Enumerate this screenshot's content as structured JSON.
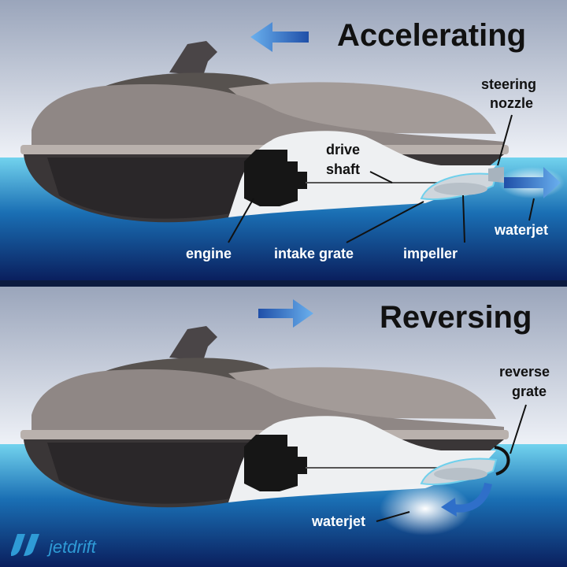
{
  "colors": {
    "sky_top": "#a9b3c7",
    "sky_bottom": "#e7ecf5",
    "water_top": "#6fd0ec",
    "water_bottom": "#0c2a6e",
    "hull_dark": "#2f2f33",
    "hull_mid": "#6a6566",
    "body_light": "#9c9491",
    "body_lighter": "#b8b0ab",
    "cutaway": "#eef0f2",
    "arrow_blue": "#2f6fc9",
    "brand_blue": "#2f9bd6"
  },
  "top": {
    "title": "Accelerating",
    "labels": {
      "steering_line1": "steering",
      "steering_line2": "nozzle",
      "drive_line1": "drive",
      "drive_line2": "shaft",
      "waterjet": "waterjet",
      "engine": "engine",
      "intake": "intake grate",
      "impeller": "impeller"
    }
  },
  "bottom": {
    "title": "Reversing",
    "labels": {
      "reverse_line1": "reverse",
      "reverse_line2": "grate",
      "waterjet": "waterjet"
    }
  },
  "brand": {
    "name": "jetdrift",
    "logo_icon": "jetdrift-logo-icon"
  }
}
